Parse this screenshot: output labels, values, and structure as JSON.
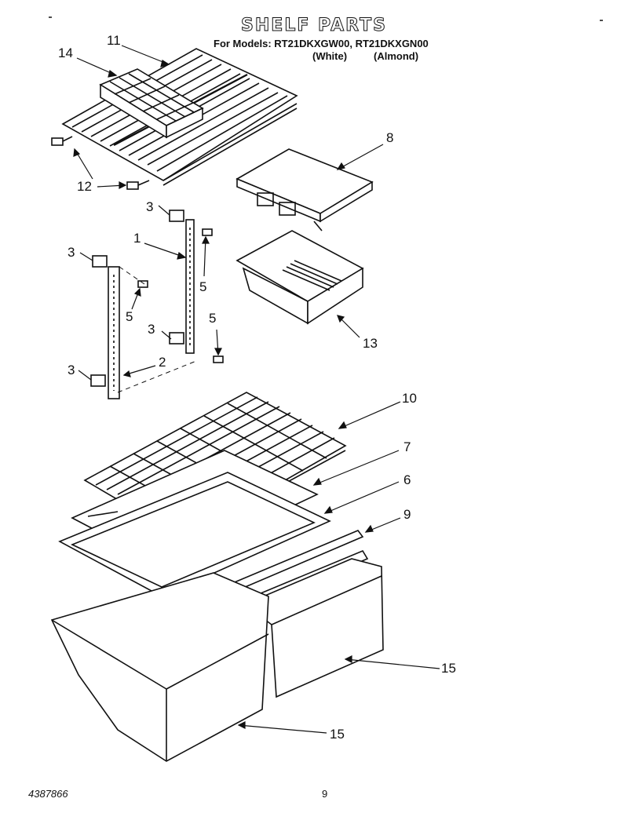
{
  "header": {
    "title": "SHELF PARTS",
    "models": "For Models: RT21DKXGW00, RT21DKXGN00",
    "variant_white": "(White)",
    "variant_almond": "(Almond)"
  },
  "callouts": {
    "c14": "14",
    "c11": "11",
    "c12": "12",
    "c8": "8",
    "c3a": "3",
    "c1": "1",
    "c3b": "3",
    "c5a": "5",
    "c5b": "5",
    "c3c": "3",
    "c5c": "5",
    "c3d": "3",
    "c2": "2",
    "c13": "13",
    "c10": "10",
    "c7": "7",
    "c6": "6",
    "c9": "9",
    "c15a": "15",
    "c15b": "15"
  },
  "footer": {
    "doc_number": "4387866",
    "page_number": "9"
  }
}
